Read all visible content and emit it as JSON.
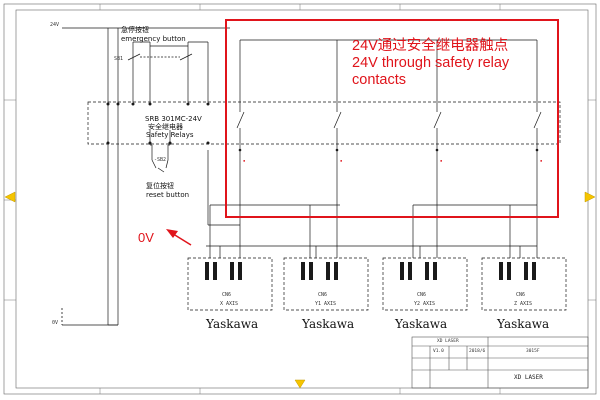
{
  "notes": {
    "relay_contacts_cn": "24V通过安全继电器触点",
    "relay_contacts_en_1": "24V through safety relay",
    "relay_contacts_en_2": "contacts",
    "zero_volt": "0V"
  },
  "labels": {
    "rail_24v": "24V",
    "rail_0v": "0V",
    "estop_cn": "急停按钮",
    "estop_en": "emergency button",
    "sb1": "SB1",
    "relay_model": "SRB 301MC-24V",
    "relay_cn": "安全继电器",
    "relay_en": "Safety Relays",
    "sb2": "-SB2",
    "reset_cn": "复位按钮",
    "reset_en": "reset button"
  },
  "drives": [
    {
      "connector": "CN6",
      "axis": "X AXIS",
      "brand": "Yaskawa"
    },
    {
      "connector": "CN6",
      "axis": "Y1 AXIS",
      "brand": "Yaskawa"
    },
    {
      "connector": "CN6",
      "axis": "Y2 AXIS",
      "brand": "Yaskawa"
    },
    {
      "connector": "CN6",
      "axis": "Z AXIS",
      "brand": "Yaskawa"
    }
  ],
  "title_block": {
    "company": "XD LASER",
    "version": "V1.0",
    "date": "2018/6",
    "drawing_no": "3015F"
  },
  "colors": {
    "callout": "#e0141b",
    "line": "#1a1a1a",
    "frame": "#555555"
  }
}
